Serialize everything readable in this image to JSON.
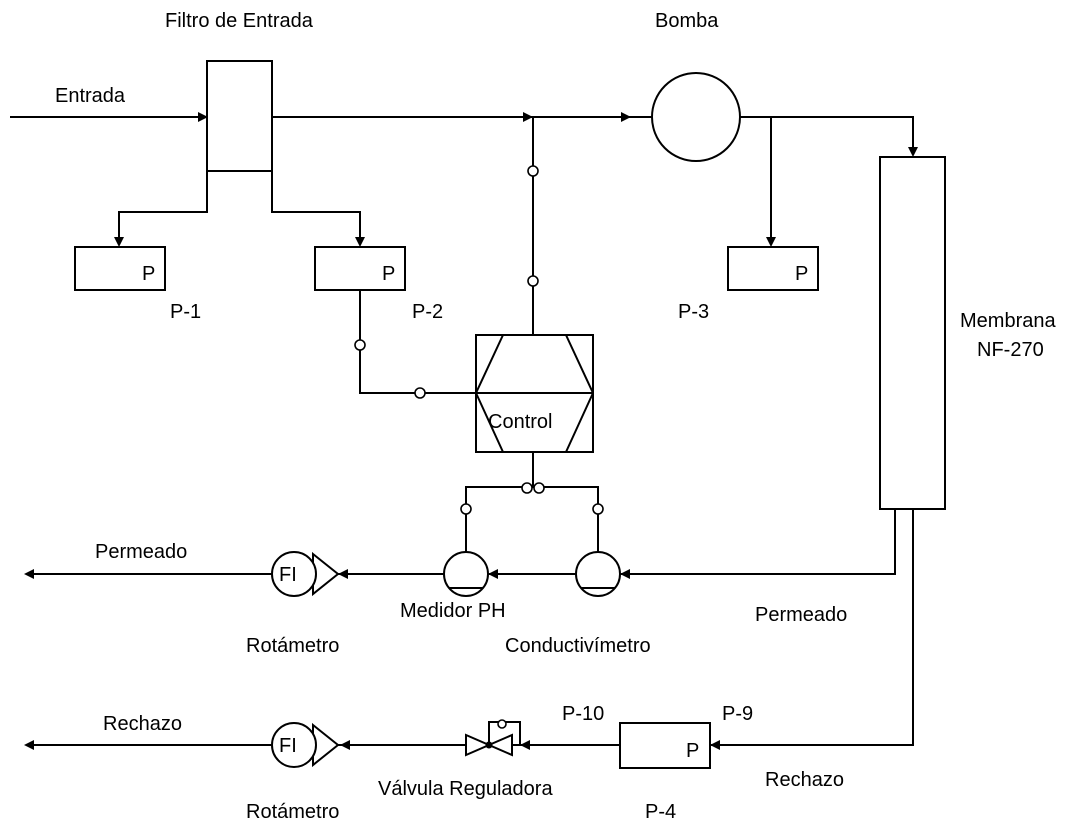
{
  "labels": {
    "inlet_filter": "Filtro de Entrada",
    "pump": "Bomba",
    "inlet": "Entrada",
    "membrane_line1": "Membrana",
    "membrane_line2": "NF-270",
    "control": "Control",
    "permeate_out": "Permeado",
    "permeate_membrane": "Permeado",
    "ph_meter": "Medidor PH",
    "conductivity_meter": "Conductivímetro",
    "rotameter_permeate": "Rotámetro",
    "reject_out": "Rechazo",
    "reject_membrane": "Rechazo",
    "regulating_valve": "Válvula Reguladora",
    "rotameter_reject": "Rotámetro",
    "p1": "P-1",
    "p2": "P-2",
    "p3": "P-3",
    "p4": "P-4",
    "p9": "P-9",
    "p10": "P-10",
    "gauge_p1_symbol": "P",
    "gauge_p2_symbol": "P",
    "gauge_p3_symbol": "P",
    "gauge_p4_symbol": "P",
    "fi_permeate": "FI",
    "fi_reject": "FI"
  }
}
